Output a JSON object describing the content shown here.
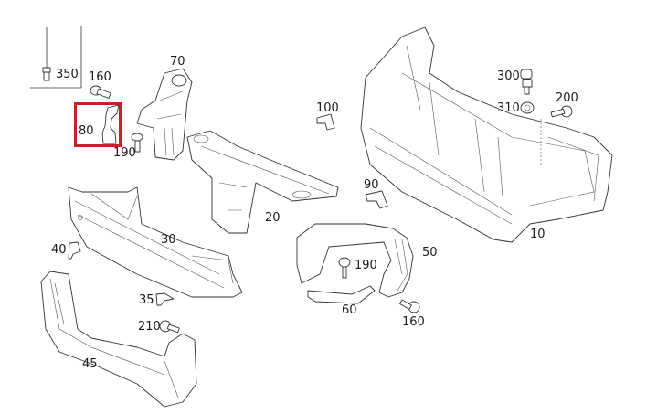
{
  "diagram": {
    "highlight_color": "#c8202a",
    "highlighted_part": "80",
    "labels": {
      "p350": "350",
      "p160a": "160",
      "p70": "70",
      "p80": "80",
      "p190a": "190",
      "p100": "100",
      "p300": "300",
      "p310": "310",
      "p200": "200",
      "p20": "20",
      "p90": "90",
      "p30": "30",
      "p40": "40",
      "p50": "50",
      "p190b": "190",
      "p60": "60",
      "p160b": "160",
      "p35": "35",
      "p210": "210",
      "p45": "45",
      "p10": "10"
    }
  }
}
